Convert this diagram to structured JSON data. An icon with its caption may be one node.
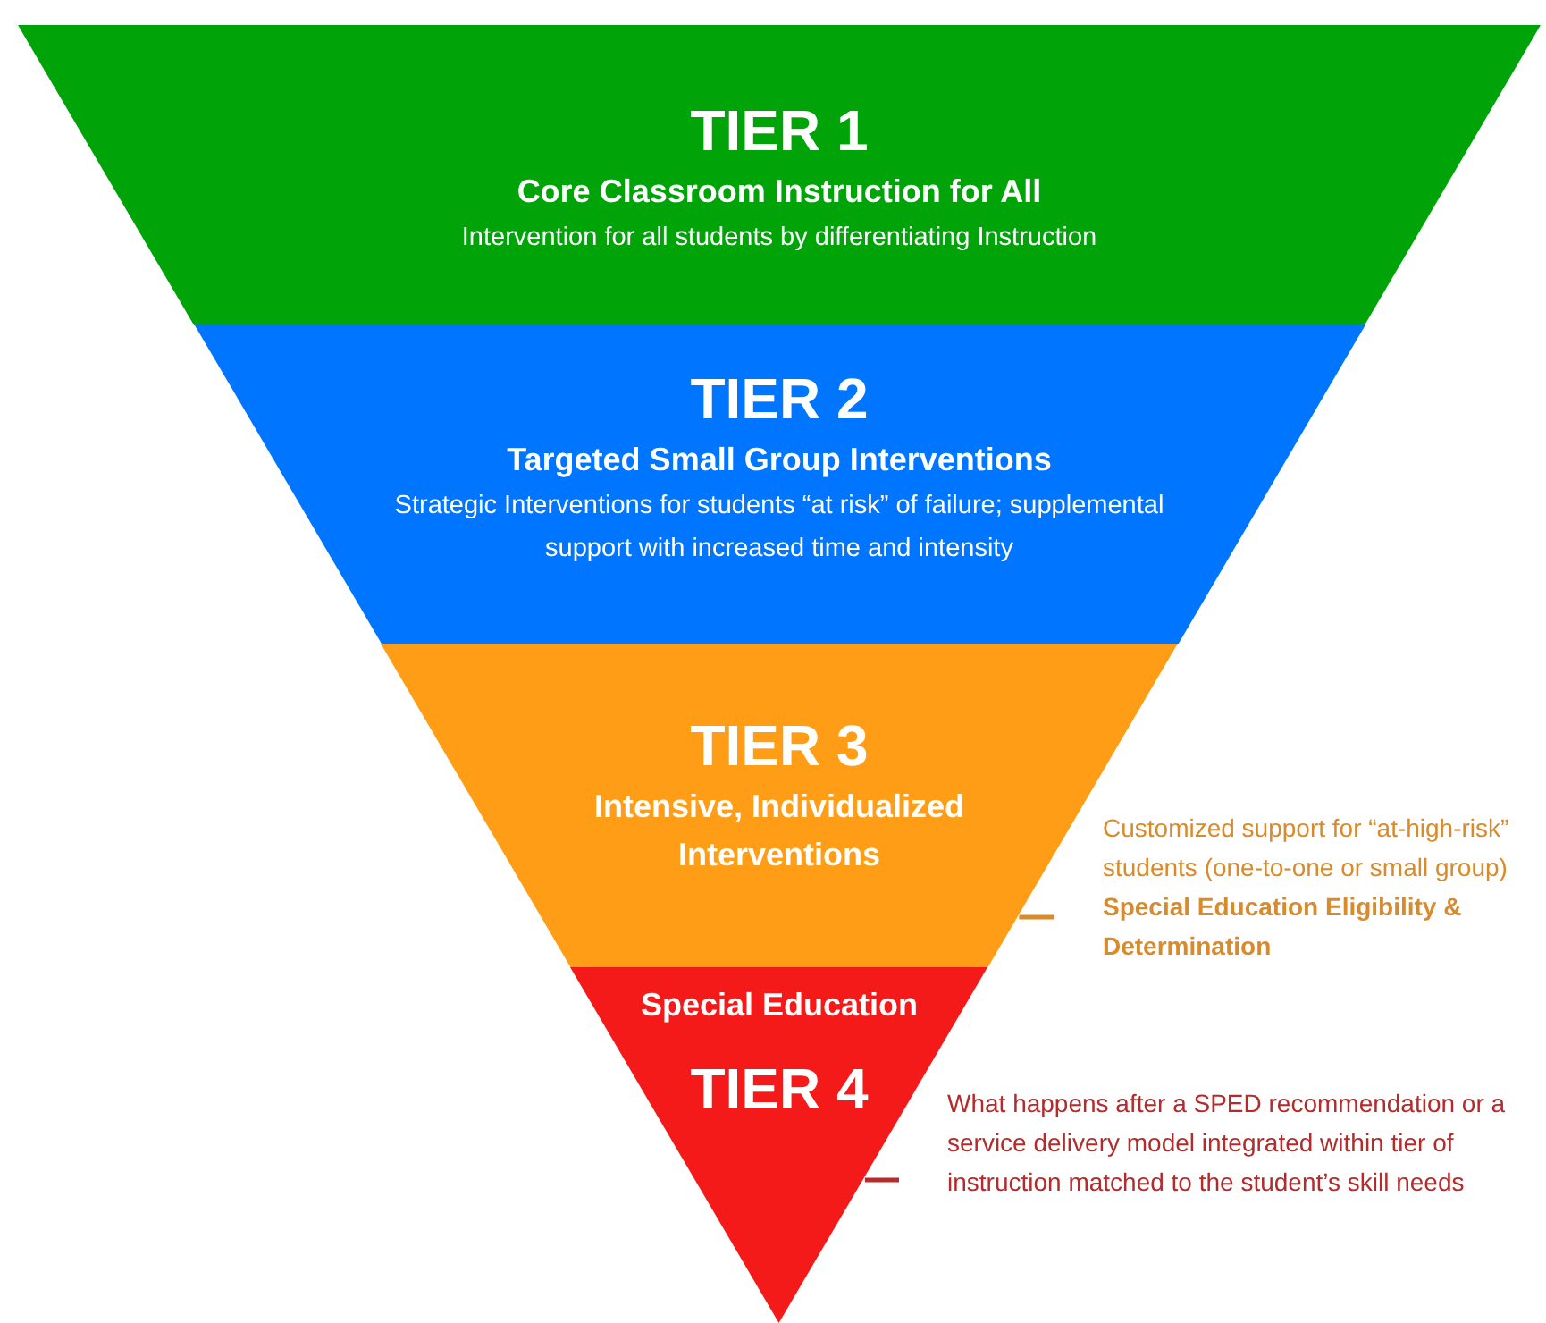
{
  "diagram": {
    "nodes": [
      {
        "text": [
          "TIER 1",
          "Core Classroom Instruction for All",
          "Intervention for all students by differentiating Instruction"
        ]
      },
      {
        "text": [
          "TIER 2",
          "Targeted Small Group Interventions",
          "Strategic Interventions for students “at risk” of failure; supplemental support with increased time and intensity"
        ]
      },
      {
        "text": [
          "TIER 3",
          "Intensive, Individualized Interventions"
        ]
      },
      {
        "text": [
          "Special Education",
          "TIER 4"
        ]
      },
      {
        "text": [
          "Customized support for “at-high-risk” students (one-to-one or small group)",
          "Special Education Eligibility & Determination"
        ]
      },
      {
        "text": [
          "What happens after a SPED recommendation or a service delivery model integrated within tier of instruction matched to the student’s skill needs"
        ]
      }
    ],
    "edges": [
      {
        "from": 4,
        "to": 2,
        "arrow": "none",
        "color": "#d98a2b"
      },
      {
        "from": 5,
        "to": 3,
        "arrow": "none",
        "color": "#b52a2a"
      }
    ]
  }
}
